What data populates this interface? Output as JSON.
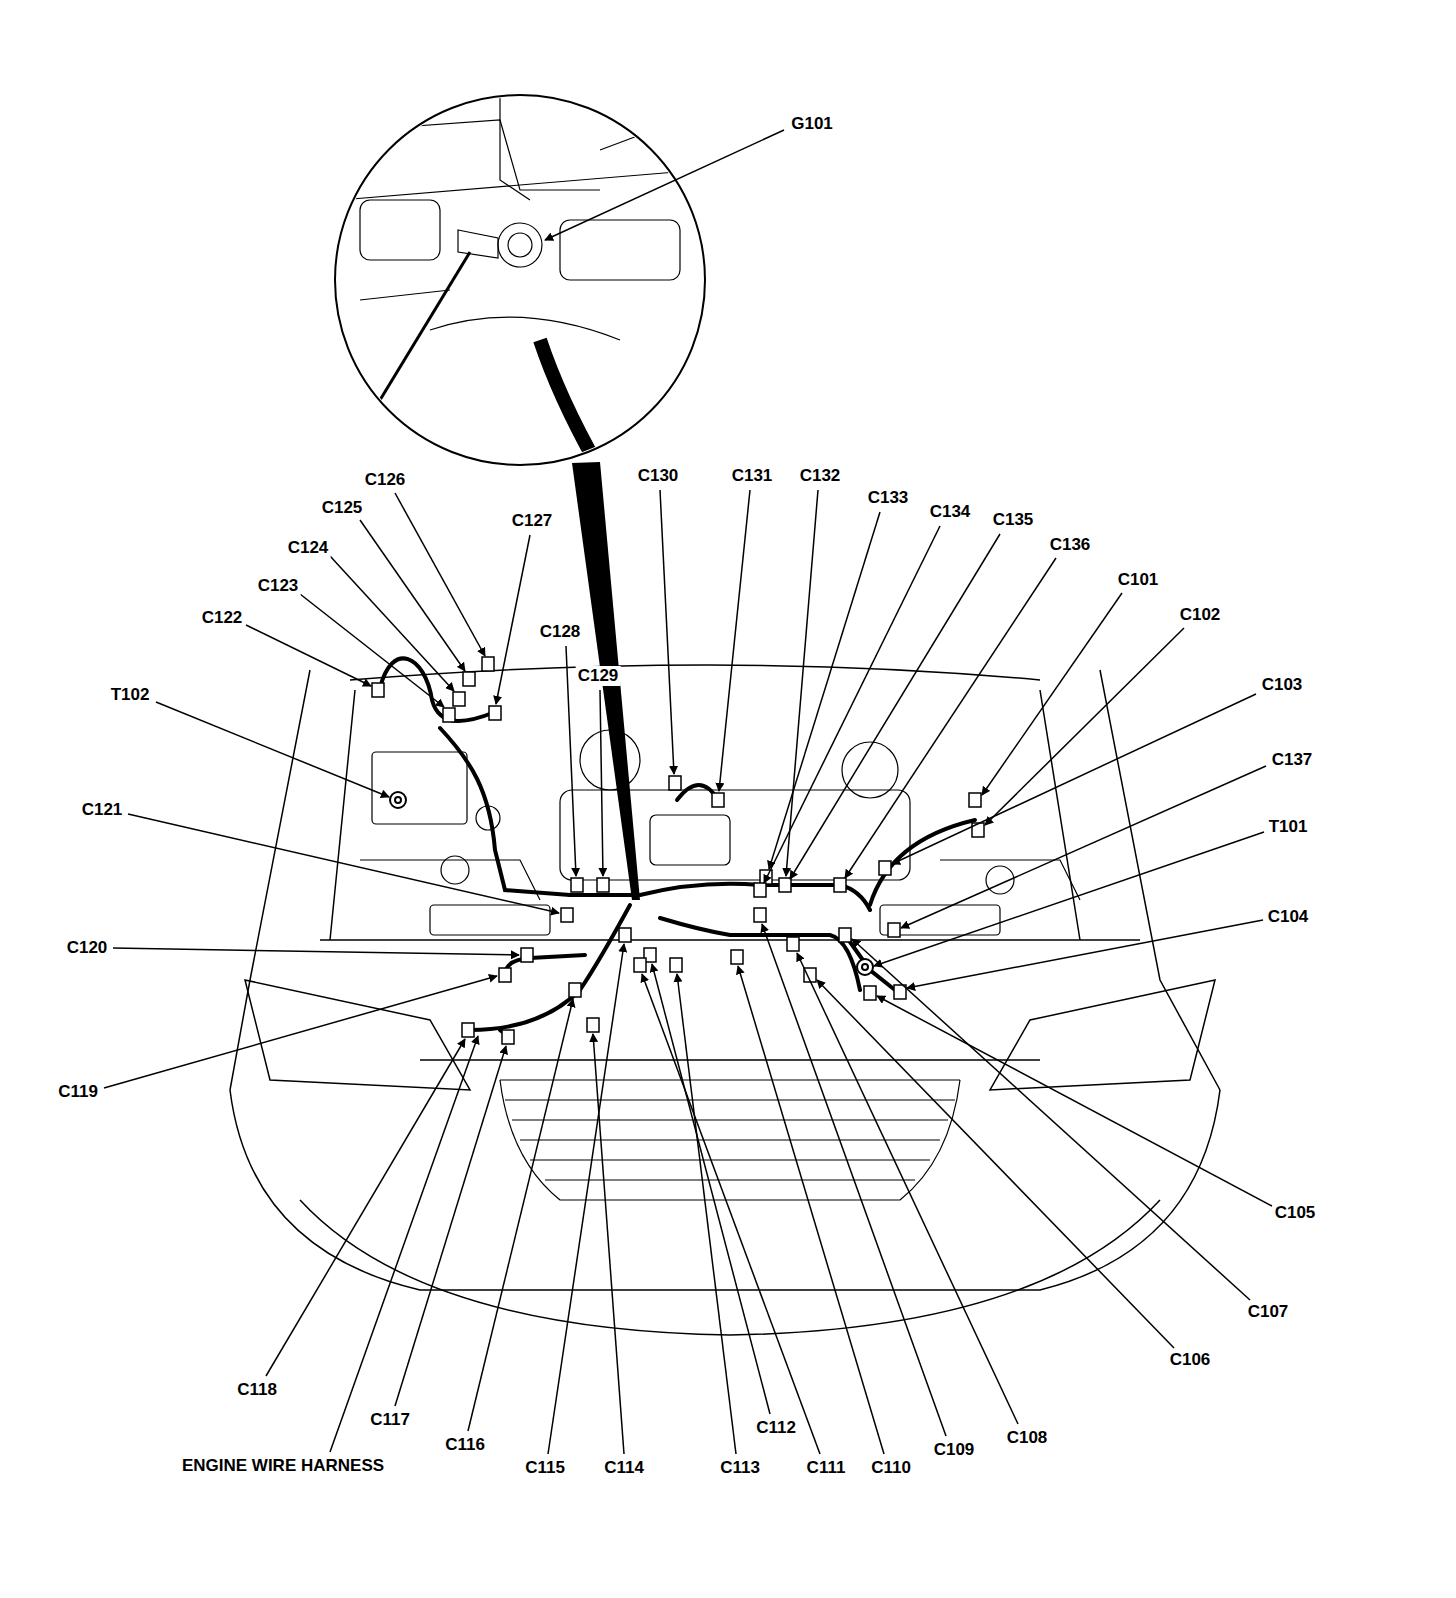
{
  "diagram": {
    "labels": [
      "G101",
      "C126",
      "C125",
      "C127",
      "C124",
      "C123",
      "C122",
      "C128",
      "C129",
      "C130",
      "C131",
      "C132",
      "C133",
      "C134",
      "C135",
      "C136",
      "C101",
      "C102",
      "T102",
      "C103",
      "C121",
      "C137",
      "T101",
      "C120",
      "C104",
      "C119",
      "C105",
      "C107",
      "C106",
      "C118",
      "C117",
      "C112",
      "C116",
      "C108",
      "C109",
      "ENGINE WIRE HARNESS",
      "C115",
      "C114",
      "C113",
      "C111",
      "C110"
    ]
  }
}
